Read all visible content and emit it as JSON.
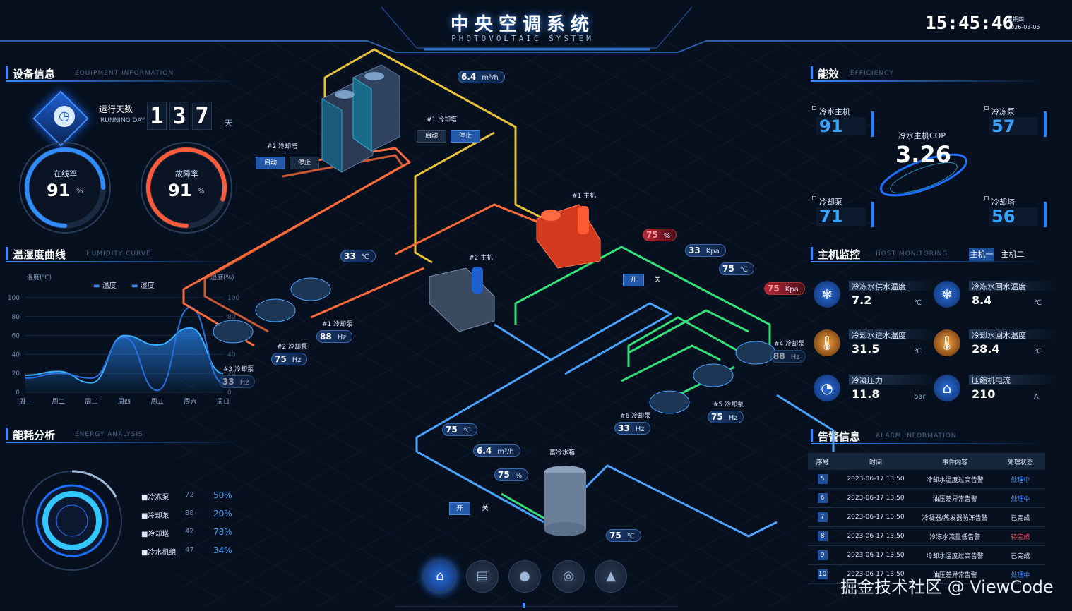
{
  "header": {
    "title": "中央空调系统",
    "subtitle": "PHOTOVOLTAIC SYSTEM",
    "time": "15:45:46",
    "weekday": "星期四",
    "date": "2026-03-05"
  },
  "equipment": {
    "title": "设备信息",
    "subtitle": "EQUIPMENT INFORMATION",
    "running_label": "运行天数",
    "running_label_en": "RUNNING DAY",
    "running_digits": [
      "1",
      "3",
      "7"
    ],
    "running_unit": "天",
    "online": {
      "label": "在线率",
      "value": "91",
      "unit": "%",
      "ratio": 0.75
    },
    "fault": {
      "label": "故障率",
      "value": "91",
      "unit": "%",
      "ratio": 0.8
    }
  },
  "curve": {
    "title": "温湿度曲线",
    "subtitle": "HUMIDITY CURVE",
    "left_axis_label": "温度(℃)",
    "right_axis_label": "湿度(%)",
    "legend_temp": "温度",
    "legend_hum": "湿度",
    "chart_data": {
      "type": "area",
      "categories": [
        "周一",
        "周二",
        "周三",
        "周四",
        "周五",
        "周六",
        "周日"
      ],
      "ylim": [
        0,
        100
      ],
      "yticks": [
        "100",
        "80",
        "60",
        "40",
        "20",
        "0"
      ],
      "series": [
        {
          "name": "温度",
          "values": [
            18,
            22,
            10,
            60,
            50,
            68,
            20
          ]
        },
        {
          "name": "湿度",
          "values": [
            15,
            20,
            15,
            58,
            2,
            90,
            10
          ]
        }
      ]
    }
  },
  "energy": {
    "title": "能耗分析",
    "subtitle": "ENERGY ANALYSIS",
    "items": [
      {
        "name": "■冷冻泵",
        "value": "72",
        "pct": "50%"
      },
      {
        "name": "■冷却泵",
        "value": "88",
        "pct": "20%"
      },
      {
        "name": "■冷却塔",
        "value": "42",
        "pct": "78%"
      },
      {
        "name": "■冷水机组",
        "value": "47",
        "pct": "34%"
      }
    ]
  },
  "efficiency": {
    "title": "能效",
    "subtitle": "EFFICIENCY",
    "chiller": {
      "label": "冷水主机",
      "value": "91"
    },
    "chill_pump": {
      "label": "冷冻泵",
      "value": "57"
    },
    "cool_pump": {
      "label": "冷却泵",
      "value": "71"
    },
    "cool_tower": {
      "label": "冷却塔",
      "value": "56"
    },
    "cop_label": "冷水主机COP",
    "cop_value": "3.26"
  },
  "monitor": {
    "title": "主机监控",
    "subtitle": "HOST MONITORING",
    "tab1": "主机一",
    "tab2": "主机二",
    "items": [
      {
        "label": "冷冻水供水温度",
        "value": "7.2",
        "unit": "℃"
      },
      {
        "label": "冷冻水回水温度",
        "value": "8.4",
        "unit": "℃"
      },
      {
        "label": "冷却水进水温度",
        "value": "31.5",
        "unit": "℃"
      },
      {
        "label": "冷却水回水温度",
        "value": "28.4",
        "unit": "℃"
      },
      {
        "label": "冷凝压力",
        "value": "11.8",
        "unit": "bar"
      },
      {
        "label": "压缩机电流",
        "value": "210",
        "unit": "A"
      }
    ]
  },
  "alarm": {
    "title": "告警信息",
    "subtitle": "ALARM INFORMATION",
    "headers": [
      "序号",
      "时间",
      "事件内容",
      "处理状态"
    ],
    "rows": [
      {
        "idx": "5",
        "time": "2023-06-17 13:50",
        "event": "冷却水温度过高告警",
        "status": "处理中",
        "color": "blue"
      },
      {
        "idx": "6",
        "time": "2023-06-17 13:50",
        "event": "油压差异常告警",
        "status": "处理中",
        "color": "blue"
      },
      {
        "idx": "7",
        "time": "2023-06-17 13:50",
        "event": "冷凝器/蒸发器防冻告警",
        "status": "已完成",
        "color": "white"
      },
      {
        "idx": "8",
        "time": "2023-06-17 13:50",
        "event": "冷冻水流量低告警",
        "status": "待完成",
        "color": "red"
      },
      {
        "idx": "9",
        "time": "2023-06-17 13:50",
        "event": "冷却水温度过高告警",
        "status": "已完成",
        "color": "white"
      },
      {
        "idx": "10",
        "time": "2023-06-17 13:50",
        "event": "油压差异常告警",
        "status": "处理中",
        "color": "blue"
      }
    ]
  },
  "diagram": {
    "flow_top": {
      "value": "6.4",
      "unit": "m³/h"
    },
    "tower1": {
      "label": "#1 冷却塔",
      "start": "启动",
      "stop": "停止"
    },
    "tower2": {
      "label": "#2 冷却塔",
      "start": "启动",
      "stop": "停止"
    },
    "host1": "#1 主机",
    "host2": "#2 主机",
    "pct_red": {
      "value": "75",
      "unit": "%"
    },
    "kpa": {
      "value": "33",
      "unit": "Kpa"
    },
    "temp_right": {
      "value": "75",
      "unit": "℃"
    },
    "kpa_red": {
      "value": "75",
      "unit": "Kpa"
    },
    "valve_mid": {
      "on": "开",
      "off": "关"
    },
    "temp_left": {
      "value": "33",
      "unit": "℃"
    },
    "pump1": {
      "label": "#1 冷却泵",
      "value": "88",
      "unit": "Hz"
    },
    "pump2": {
      "label": "#2 冷却泵",
      "value": "75",
      "unit": "Hz"
    },
    "pump3": {
      "label": "#3 冷却泵",
      "value": "33",
      "unit": "Hz"
    },
    "pump4": {
      "label": "#4 冷却泵",
      "value": "88",
      "unit": "Hz"
    },
    "pump5": {
      "label": "#5 冷却泵",
      "value": "75",
      "unit": "Hz"
    },
    "pump6": {
      "label": "#6 冷却泵",
      "value": "33",
      "unit": "Hz"
    },
    "temp_bottom": {
      "value": "75",
      "unit": "℃"
    },
    "flow_bottom": {
      "value": "6.4",
      "unit": "m³/h"
    },
    "pct_bottom": {
      "value": "75",
      "unit": "%"
    },
    "valve_bottom": {
      "on": "开",
      "off": "关"
    },
    "tank_label": "蓄冷水箱",
    "tank_temp": {
      "value": "75",
      "unit": "℃"
    }
  },
  "nav": [
    "home-icon",
    "chart-icon",
    "drop-icon",
    "gauge-icon",
    "warning-icon"
  ],
  "watermark": "掘金技术社区 @ ViewCode"
}
